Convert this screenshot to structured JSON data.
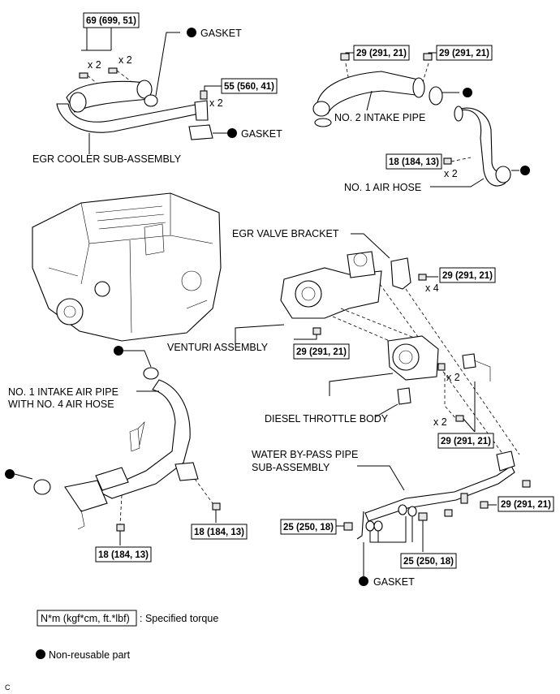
{
  "labels": {
    "gasket_top": "GASKET",
    "gasket_mid": "GASKET",
    "gasket_bottom": "GASKET",
    "egr_cooler": "EGR COOLER SUB-ASSEMBLY",
    "no2_intake_pipe": "NO. 2 INTAKE PIPE",
    "no1_air_hose": "NO. 1 AIR HOSE",
    "egr_valve_bracket": "EGR VALVE BRACKET",
    "venturi": "VENTURI ASSEMBLY",
    "no1_intake_air_pipe_line1": "NO. 1 INTAKE AIR PIPE",
    "no1_intake_air_pipe_line2": "WITH NO. 4 AIR HOSE",
    "diesel_throttle": "DIESEL THROTTLE BODY",
    "water_bypass_line1": "WATER BY-PASS PIPE",
    "water_bypass_line2": "SUB-ASSEMBLY",
    "footer_code": "C"
  },
  "multipliers": {
    "egr_left": "x 2",
    "egr_right": "x 2",
    "egr_bolt55": "x 2",
    "air_hose": "x 2",
    "bracket": "x 4",
    "throttle_upper": "x 2",
    "throttle_lower": "x 2"
  },
  "torques": {
    "t69": "69 (699, 51)",
    "t55": "55 (560, 41)",
    "t29_pipe_left": "29 (291, 21)",
    "t29_pipe_right": "29 (291, 21)",
    "t18_hose": "18 (184, 13)",
    "t29_bracket": "29 (291, 21)",
    "t29_venturi": "29 (291, 21)",
    "t29_throttle": "29 (291, 21)",
    "t29_water": "29 (291, 21)",
    "t18_pipe_mid": "18 (184, 13)",
    "t18_pipe_bottom": "18 (184, 13)",
    "t25_left": "25 (250, 18)",
    "t25_bottom": "25 (250, 18)"
  },
  "legend": {
    "torque_box": "N*m (kgf*cm, ft.*lbf)",
    "torque_desc": ": Specified torque",
    "nonreusable": "Non-reusable part"
  }
}
